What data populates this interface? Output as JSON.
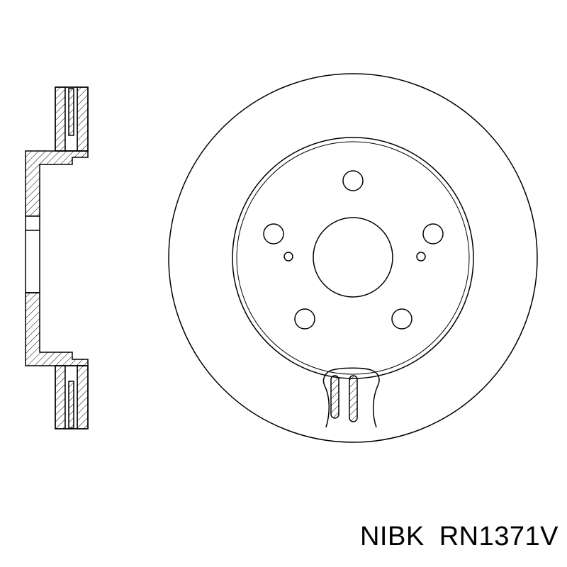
{
  "caption": {
    "brand": "NIBK",
    "part_number": "RN1371V"
  },
  "colors": {
    "line": "#000000",
    "background": "#ffffff"
  },
  "views": [
    "brake-disc-cross-section",
    "brake-disc-front-view"
  ]
}
